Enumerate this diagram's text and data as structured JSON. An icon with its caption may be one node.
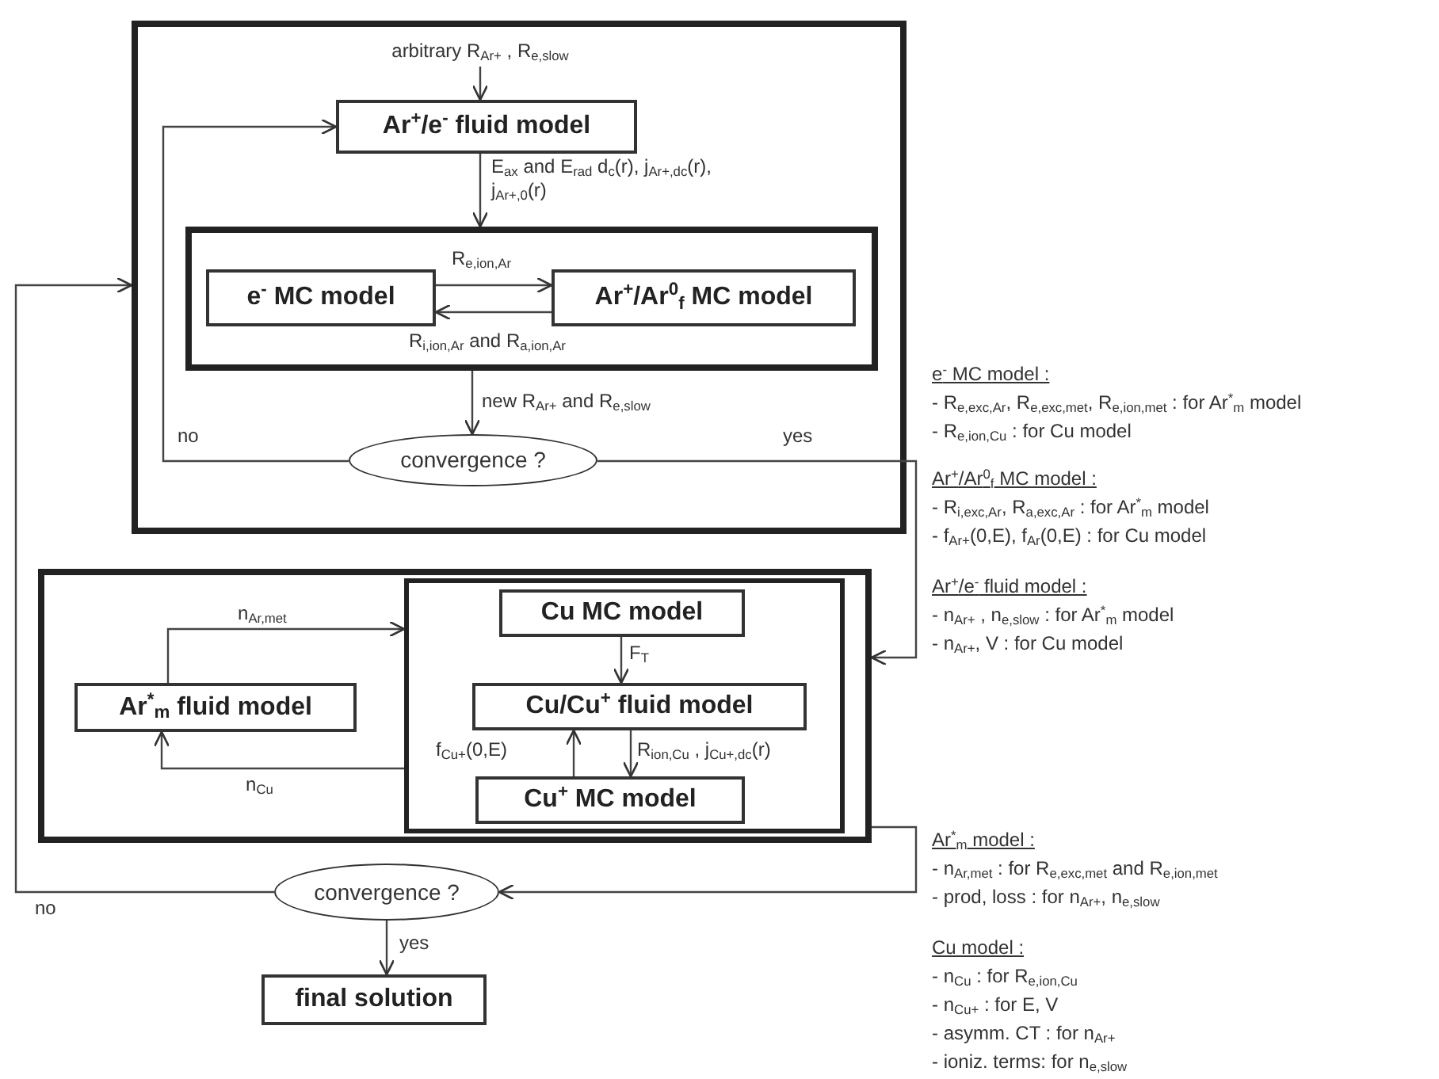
{
  "diagram": {
    "nodes": [
      {
        "text": [],
        "shape": "box"
      },
      {
        "text": [
          "arbitrary R$_{Ar+}$ , R$_{e,slow}$"
        ],
        "in": 0
      },
      {
        "text": [
          "Ar$^{+}$/e$^{-}$ fluid model"
        ],
        "in": 0
      },
      {
        "text": [],
        "shape": "box",
        "in": 0
      },
      {
        "text": [
          "e$^{-}$ MC model"
        ],
        "in": 3
      },
      {
        "text": [
          "Ar$^{+}$/Ar$^{0}$$_{f}$ MC model"
        ],
        "in": 3
      },
      {
        "text": [
          "convergence ?"
        ],
        "in": 0
      },
      {
        "text": [],
        "shape": "box"
      },
      {
        "text": [
          "Ar$^{*}$$_{m}$ fluid model"
        ],
        "in": 7
      },
      {
        "text": [],
        "shape": "box",
        "in": 7
      },
      {
        "text": [
          "Cu MC model"
        ],
        "in": 9
      },
      {
        "text": [
          "Cu/Cu$^{+}$ fluid model"
        ],
        "in": 9
      },
      {
        "text": [
          "Cu$^{+}$ MC model"
        ],
        "in": 9
      },
      {
        "text": [
          "convergence ?"
        ]
      },
      {
        "text": [
          "final solution"
        ]
      }
    ],
    "edges": [
      {
        "from": 1,
        "to": 2,
        "arrow": "to"
      },
      {
        "from": 2,
        "to": 3,
        "arrow": "to",
        "label": "E$_{ax}$ and E$_{rad}$ d$_{c}$(r), j$_{Ar+,dc}$(r), j$_{Ar+,0}$(r)"
      },
      {
        "from": 4,
        "to": 5,
        "arrow": "to",
        "label": "R$_{e,ion,Ar}$"
      },
      {
        "from": 5,
        "to": 4,
        "arrow": "to",
        "label": "R$_{i,ion,Ar}$ and R$_{a,ion,Ar}$"
      },
      {
        "from": 3,
        "to": 6,
        "arrow": "to",
        "label": "new R$_{Ar+}$ and R$_{e,slow}$"
      },
      {
        "from": 6,
        "to": 2,
        "arrow": "to",
        "label": "no"
      },
      {
        "from": 6,
        "to": 7,
        "arrow": "to",
        "label": "yes"
      },
      {
        "from": 8,
        "to": 9,
        "arrow": "to",
        "label": "n$_{Ar,met}$"
      },
      {
        "from": 9,
        "to": 8,
        "arrow": "to",
        "label": "n$_{Cu}$"
      },
      {
        "from": 10,
        "to": 11,
        "arrow": "to",
        "label": "F$_{T}$"
      },
      {
        "from": 12,
        "to": 11,
        "arrow": "to",
        "label": "f$_{Cu+}$(0,E)"
      },
      {
        "from": 11,
        "to": 12,
        "arrow": "to",
        "label": "R$_{ion,Cu}$ , j$_{Cu+,dc}$(r)"
      },
      {
        "from": 7,
        "to": 13,
        "arrow": "to"
      },
      {
        "from": 13,
        "to": 0,
        "arrow": "to",
        "label": "no"
      },
      {
        "from": 13,
        "to": 14,
        "arrow": "to",
        "label": "yes"
      }
    ],
    "labels": [
      "e$^{-}$ MC model :",
      "- R$_{e,exc,Ar}$, R$_{e,exc,met}$, R$_{e,ion,met}$ : for Ar$^{*}$$_{m}$ model",
      "- R$_{e,ion,Cu}$ : for Cu model",
      "Ar$^{+}$/Ar$^{0}$$_{f}$ MC model :",
      "- R$_{i,exc,Ar}$, R$_{a,exc,Ar}$ : for Ar$^{*}$$_{m}$ model",
      "- f$_{Ar+}$(0,E), f$_{Ar}$(0,E) : for Cu model",
      "Ar$^{+}$/e$^{-}$ fluid model :",
      "- n$_{Ar+}$ , n$_{e,slow}$ : for Ar$^{*}$$_{m}$ model",
      "- n$_{Ar+}$, V : for Cu model",
      "Ar$^{*}$$_{m}$ model :",
      "- n$_{Ar,met}$ : for R$_{e,exc,met}$ and R$_{e,ion,met}$",
      "- prod, loss : for n$_{Ar+}$, n$_{e,slow}$",
      "Cu model :",
      "- n$_{Cu}$ : for R$_{e,ion,Cu}$",
      "- n$_{Cu+}$ : for E, V",
      "- asymm. CT : for n$_{Ar+}$",
      "- ioniz. terms: for n$_{e,slow}$"
    ]
  }
}
